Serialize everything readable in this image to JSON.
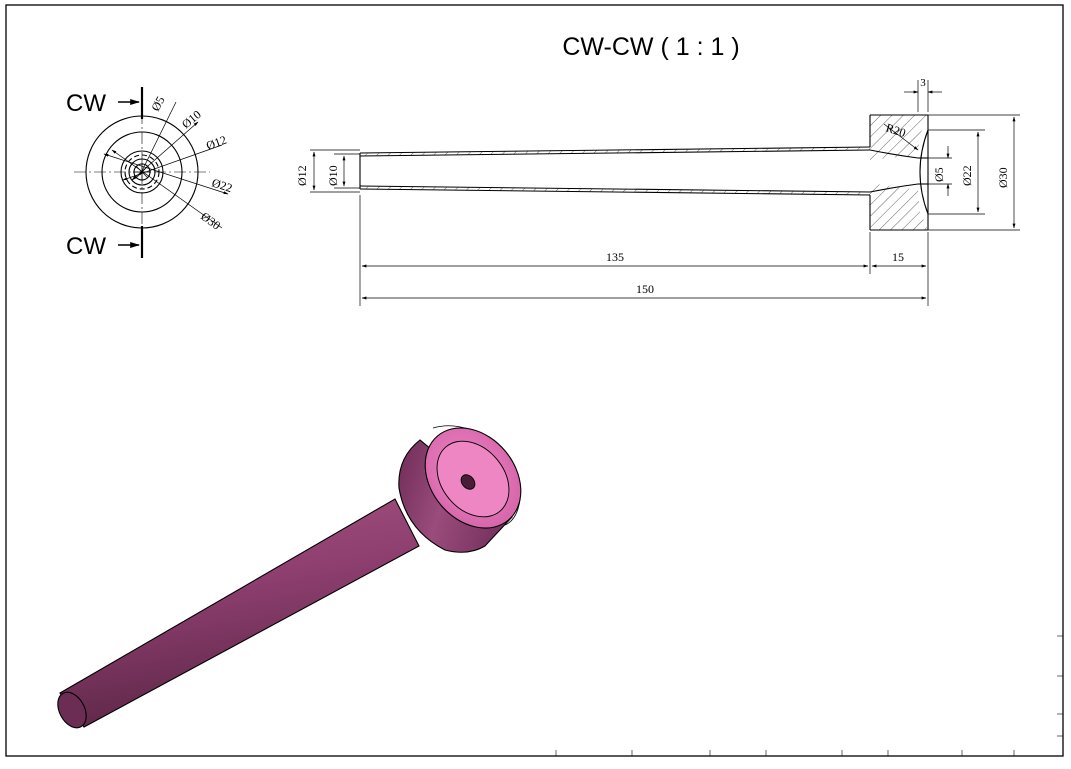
{
  "drawing": {
    "section_title": "CW-CW ( 1 : 1 )",
    "section_marker": "CW"
  },
  "end_view": {
    "diameter_labels": [
      "Ø5",
      "Ø10",
      "Ø12",
      "Ø22",
      "Ø30"
    ]
  },
  "section_view": {
    "left_diameters": [
      "Ø12",
      "Ø10"
    ],
    "right_diameters": [
      "Ø5",
      "Ø22",
      "Ø30"
    ],
    "radius_label": "R20",
    "top_dimension": "3",
    "length_135": "135",
    "length_15": "15",
    "length_150": "150"
  },
  "colors": {
    "part_body": "#8e3f70",
    "part_face": "#e070b8",
    "outline": "#000000"
  }
}
